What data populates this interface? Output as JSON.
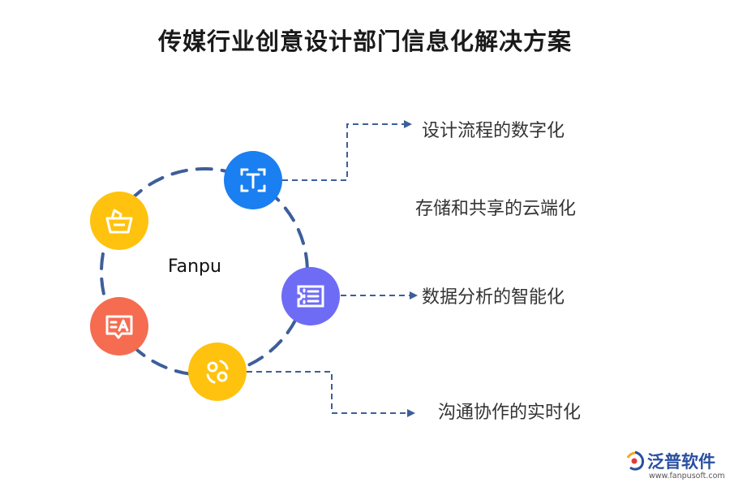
{
  "title": "传媒行业创意设计部门信息化解决方案",
  "center_label": "Fanpu",
  "items": [
    {
      "label": "设计流程的数字化",
      "icon": "text-frame-icon",
      "color": "#1a7ff0"
    },
    {
      "label": "存储和共享的云端化",
      "icon": "cloud-storage-icon",
      "color": "#1a7ff0"
    },
    {
      "label": "数据分析的智能化",
      "icon": "ticket-list-icon",
      "color": "#6e6cf5"
    },
    {
      "label": "沟通协作的实时化",
      "icon": "sync-chat-icon",
      "color": "#ffc20e"
    }
  ],
  "decorations": [
    {
      "icon": "basket-icon",
      "color": "#ffc20e"
    },
    {
      "icon": "translate-icon",
      "color": "#f56c50"
    }
  ],
  "colors": {
    "ring": "#3d5e9a",
    "connector": "#3d5e9a"
  },
  "logo": {
    "brand": "泛普软件",
    "url": "www.fanpusoft.com",
    "icon": "fanpu-logo-icon"
  }
}
